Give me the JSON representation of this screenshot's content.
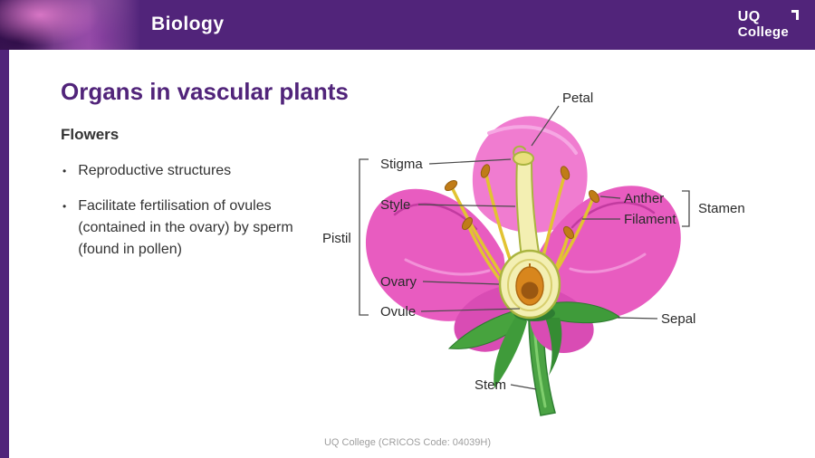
{
  "header": {
    "course_title": "Biology",
    "logo": {
      "line1": "UQ",
      "line2": "College"
    }
  },
  "slide": {
    "title": "Organs in vascular plants",
    "section_heading": "Flowers",
    "bullets": [
      "Reproductive structures",
      "Facilitate fertilisation of ovules (contained in the ovary) by sperm (found in pollen)"
    ],
    "footer": "UQ College (CRICOS Code: 04039H)"
  },
  "diagram": {
    "labels": {
      "petal": "Petal",
      "stigma": "Stigma",
      "style": "Style",
      "pistil": "Pistil",
      "anther": "Anther",
      "filament": "Filament",
      "stamen": "Stamen",
      "ovary": "Ovary",
      "ovule": "Ovule",
      "sepal": "Sepal",
      "stem": "Stem"
    },
    "colors": {
      "uq_purple": "#51247a",
      "petal_pink": "#e85cc0",
      "petal_light": "#f07cd0",
      "petal_dark": "#d94cb4",
      "pistil_cream": "#f3efb2",
      "pistil_outline": "#aab43f",
      "stamen_yellow": "#e2c332",
      "anther_orange": "#c07c18",
      "ovule_orange": "#d8861d",
      "ovule_core": "#9a5711",
      "leaf_green": "#47a33e",
      "leaf_dark": "#2e7d32"
    }
  }
}
